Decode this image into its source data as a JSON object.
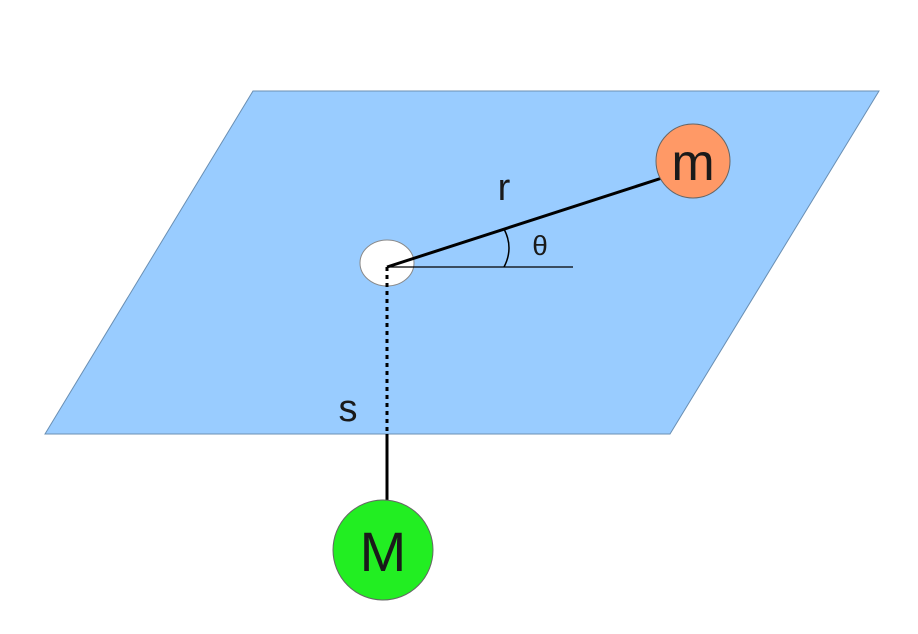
{
  "diagram": {
    "labels": {
      "r": "r",
      "theta": "θ",
      "s": "s"
    },
    "masses": {
      "small": "m",
      "large": "M"
    }
  },
  "colors": {
    "plane_fill": "#99ccff",
    "plane_stroke": "#6a8fb3",
    "small_mass_fill": "#ff9966",
    "large_mass_fill": "#22ee22",
    "hole_fill": "#ffffff",
    "line": "#000000"
  }
}
